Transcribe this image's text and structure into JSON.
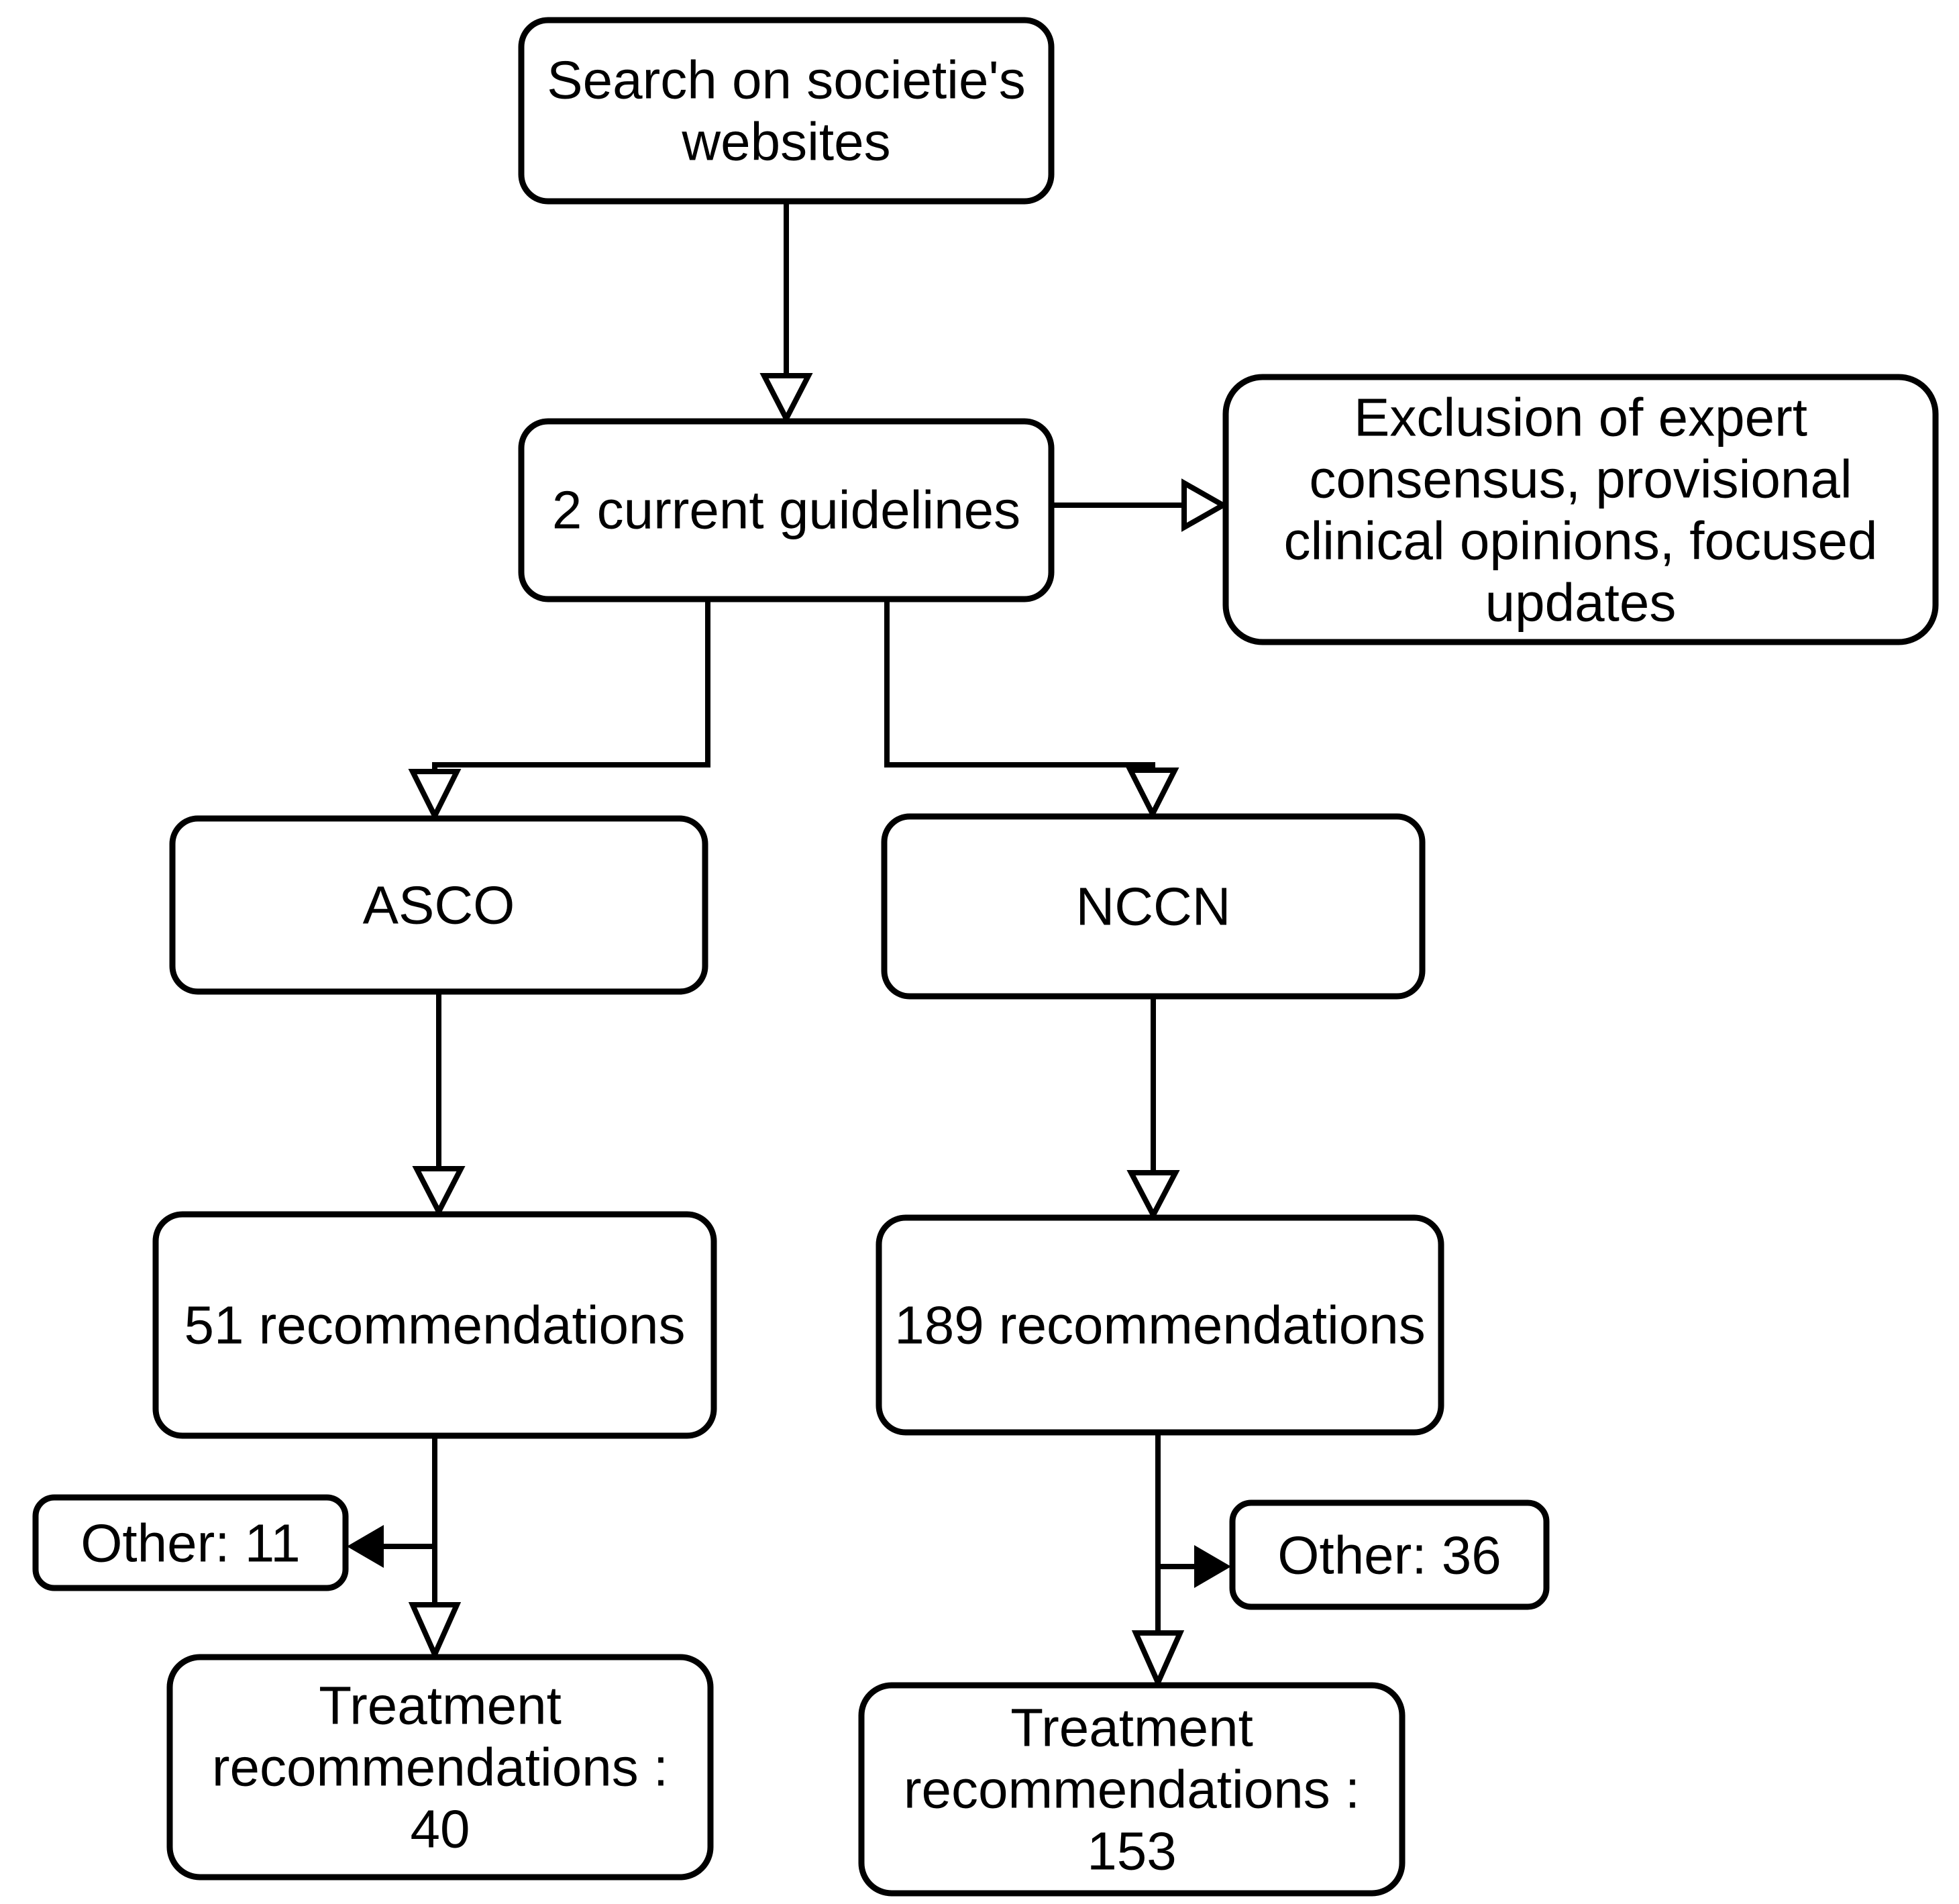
{
  "diagram": {
    "type": "flowchart",
    "background_color": "#ffffff",
    "stroke_color": "#000000",
    "nodes": {
      "search": {
        "lines": [
          "Search on societie's",
          "websites"
        ]
      },
      "guidelines": {
        "label": "2 current guidelines"
      },
      "exclusion": {
        "lines": [
          "Exclusion of expert",
          "consensus, provisional",
          "clinical opinions, focused",
          "updates"
        ]
      },
      "asco": {
        "label": "ASCO"
      },
      "nccn": {
        "label": "NCCN"
      },
      "asco_recommendations": {
        "label": "51 recommendations"
      },
      "nccn_recommendations": {
        "label": "189 recommendations"
      },
      "asco_other": {
        "label": "Other: 11"
      },
      "nccn_other": {
        "label": "Other: 36"
      },
      "asco_treatment": {
        "lines": [
          "Treatment",
          "recommendations :",
          "40"
        ]
      },
      "nccn_treatment": {
        "lines": [
          "Treatment",
          "recommendations :",
          "153"
        ]
      }
    },
    "edges": [
      "search -> guidelines",
      "guidelines -> exclusion",
      "guidelines -> asco",
      "guidelines -> nccn",
      "asco -> asco_recommendations",
      "nccn -> nccn_recommendations",
      "asco_recommendations -> asco_other",
      "asco_recommendations -> asco_treatment",
      "nccn_recommendations -> nccn_other",
      "nccn_recommendations -> nccn_treatment"
    ]
  }
}
